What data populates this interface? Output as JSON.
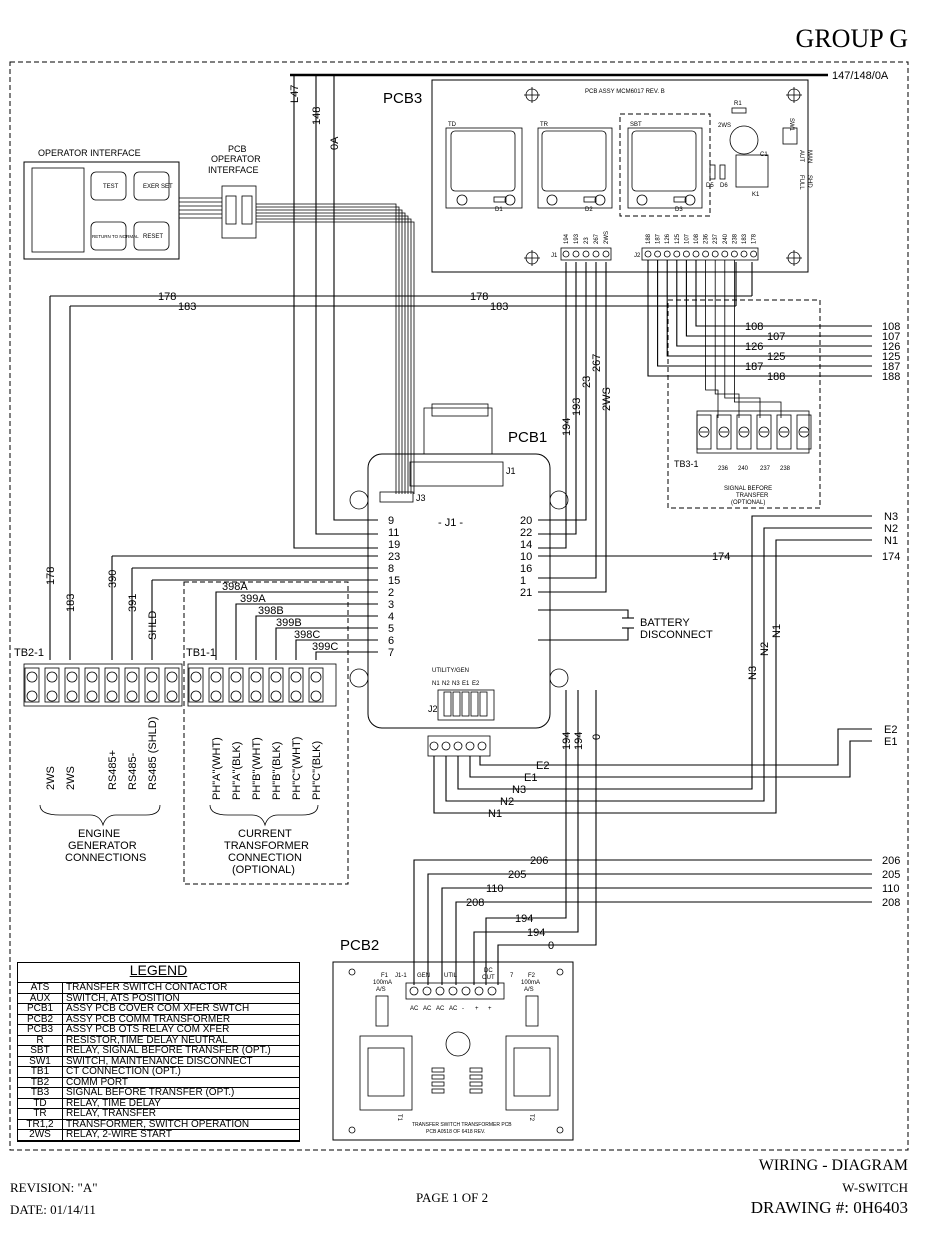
{
  "header": {
    "group": "GROUP G"
  },
  "boards": {
    "pcb1": "PCB1",
    "pcb2": "PCB2",
    "pcb3": "PCB3",
    "pcb3_assy": "PCB ASSY MCM6017 REV. B",
    "pcb2_caption": "TRANSFER SWITCH TRANSFORMER PCB",
    "pcb2_caption2": "PCB A0518 OF 6418 REV.",
    "pcb_operator_interface": [
      "PCB",
      "OPERATOR",
      "INTERFACE"
    ],
    "operator_interface": "OPERATOR INTERFACE",
    "j1_label": "- J1 -",
    "j1": "J1",
    "j2": "J2",
    "j3": "J3"
  },
  "operator_buttons": [
    "TEST",
    "EXER SET",
    "RETURN TO NORMAL",
    "RESET"
  ],
  "pcb3_relays": [
    "TD",
    "TR",
    "SBT"
  ],
  "pcb3_parts": [
    "2WS",
    "R1",
    "C1",
    "K1",
    "D1",
    "D2",
    "D3",
    "D5",
    "D6",
    "SW1"
  ],
  "pcb3_sw1_text": [
    "AUT",
    "MAN",
    "FULL",
    "SHD"
  ],
  "pcb3_j1": {
    "name": "J1",
    "pins": [
      "194",
      "193",
      "23",
      "267",
      "2WS"
    ]
  },
  "pcb3_j2": {
    "name": "J2",
    "pins": [
      "188",
      "187",
      "126",
      "125",
      "107",
      "108",
      "236",
      "237",
      "240",
      "238",
      "183",
      "178"
    ]
  },
  "pcb1_j1_left": [
    "9",
    "11",
    "19",
    "23",
    "8",
    "15",
    "2",
    "3",
    "4",
    "5",
    "6",
    "7"
  ],
  "pcb1_j1_right": [
    "20",
    "22",
    "14",
    "10",
    "16",
    "1",
    "21"
  ],
  "pcb1_j2": {
    "header": "UTILITY/GEN",
    "pins": [
      "N1",
      "N2",
      "N3",
      "E1",
      "E2"
    ]
  },
  "battery_disconnect": [
    "BATTERY",
    "DISCONNECT"
  ],
  "tb2": {
    "name": "TB2-1",
    "wires": [
      "178",
      "183",
      "390",
      "391",
      "SHLD"
    ],
    "terminals": [
      "2WS",
      "2WS",
      "RS485+",
      "RS485-",
      "RS485 (SHLD)"
    ],
    "caption": [
      "ENGINE",
      "GENERATOR",
      "CONNECTIONS"
    ]
  },
  "tb1": {
    "name": "TB1-1",
    "wires": [
      "398A",
      "399A",
      "398B",
      "399B",
      "398C",
      "399C"
    ],
    "terminals": [
      "PH\"A\"(WHT)",
      "PH\"A\"(BLK)",
      "PH\"B\"(WHT)",
      "PH\"B\"(BLK)",
      "PH\"C\"(WHT)",
      "PH\"C\"(BLK)"
    ],
    "caption": [
      "CURRENT",
      "TRANSFORMER",
      "CONNECTION",
      "(OPTIONAL)"
    ]
  },
  "tb3": {
    "name": "TB3-1",
    "terminals": [
      "236",
      "240",
      "237",
      "238"
    ],
    "caption": [
      "SIGNAL BEFORE",
      "TRANSFER",
      "(OPTIONAL)"
    ]
  },
  "wires": {
    "top": "147/148/0A",
    "left_vertical": [
      "L47",
      "148",
      "0A"
    ],
    "bus": [
      "178",
      "183"
    ],
    "right_group": [
      "108",
      "107",
      "126",
      "125",
      "187",
      "188"
    ],
    "vertical_mid": [
      "194",
      "193",
      "23",
      "267",
      "2WS"
    ],
    "neutral": [
      "N3",
      "N2",
      "N1"
    ],
    "w174": "174",
    "earth": [
      "E2",
      "E1"
    ],
    "pcb2_feeds": [
      "206",
      "205",
      "110",
      "208"
    ],
    "pcb2_return": [
      "194",
      "194",
      "0"
    ],
    "pcb2_down": [
      "194",
      "194",
      "0"
    ],
    "lower_loop": [
      "E2",
      "E1",
      "N3",
      "N2",
      "N1"
    ],
    "mid_n": [
      "N3",
      "N2",
      "N1"
    ]
  },
  "pcb2": {
    "header": [
      "J1-1",
      "GEN",
      "UTIL",
      "DC",
      "OUT",
      "7"
    ],
    "terminals": [
      "AC",
      "AC",
      "AC",
      "AC",
      "-",
      "+",
      "+"
    ],
    "fuses": [
      [
        "F1",
        "100mA",
        "A/S"
      ],
      [
        "F2",
        "100mA",
        "A/S"
      ]
    ],
    "transformers": [
      "T1",
      "T2"
    ]
  },
  "legend": {
    "title": "LEGEND",
    "rows": [
      [
        "ATS",
        "TRANSFER SWITCH CONTACTOR"
      ],
      [
        "AUX",
        "SWITCH, ATS POSITION"
      ],
      [
        "PCB1",
        "ASSY PCB COVER COM XFER SWTCH"
      ],
      [
        "PCB2",
        "ASSY PCB COMM TRANSFORMER"
      ],
      [
        "PCB3",
        "ASSY PCB OTS RELAY COM XFER"
      ],
      [
        "R",
        "RESISTOR,TIME DELAY NEUTRAL"
      ],
      [
        "SBT",
        "RELAY, SIGNAL BEFORE TRANSFER (OPT.)"
      ],
      [
        "SW1",
        "SWITCH, MAINTENANCE DISCONNECT"
      ],
      [
        "TB1",
        "CT CONNECTION (OPT.)"
      ],
      [
        "TB2",
        "COMM PORT"
      ],
      [
        "TB3",
        "SIGNAL BEFORE TRANSFER (OPT.)"
      ],
      [
        "TD",
        "RELAY, TIME DELAY"
      ],
      [
        "TR",
        "RELAY, TRANSFER"
      ],
      [
        "TR1,2",
        "TRANSFORMER, SWITCH OPERATION"
      ],
      [
        "2WS",
        "RELAY, 2-WIRE START"
      ]
    ]
  },
  "footer": {
    "revision": "REVISION: \"A\"",
    "date": "DATE: 01/14/11",
    "page": "PAGE 1 OF 2",
    "title": "WIRING - DIAGRAM",
    "model": "W-SWITCH",
    "drawing": "DRAWING #: 0H6403"
  }
}
